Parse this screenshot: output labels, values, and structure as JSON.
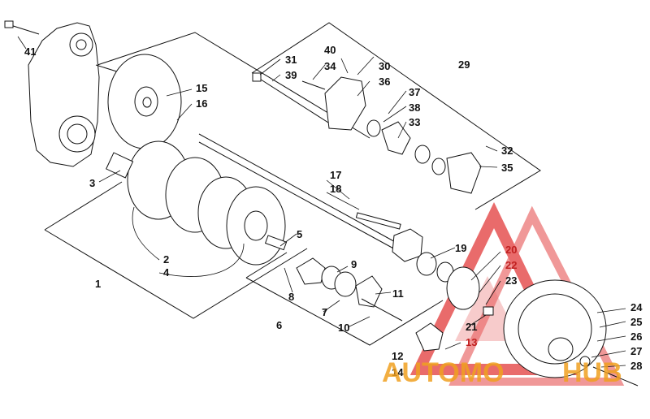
{
  "callouts": [
    {
      "n": "1"
    },
    {
      "n": "2"
    },
    {
      "n": "3"
    },
    {
      "n": "4"
    },
    {
      "n": "5"
    },
    {
      "n": "6"
    },
    {
      "n": "7"
    },
    {
      "n": "8"
    },
    {
      "n": "9"
    },
    {
      "n": "10"
    },
    {
      "n": "11"
    },
    {
      "n": "12"
    },
    {
      "n": "13"
    },
    {
      "n": "14"
    },
    {
      "n": "15"
    },
    {
      "n": "16"
    },
    {
      "n": "17"
    },
    {
      "n": "18"
    },
    {
      "n": "19"
    },
    {
      "n": "20"
    },
    {
      "n": "21"
    },
    {
      "n": "22"
    },
    {
      "n": "23"
    },
    {
      "n": "24"
    },
    {
      "n": "25"
    },
    {
      "n": "26"
    },
    {
      "n": "27"
    },
    {
      "n": "28"
    },
    {
      "n": "29"
    },
    {
      "n": "30"
    },
    {
      "n": "31"
    },
    {
      "n": "32"
    },
    {
      "n": "33"
    },
    {
      "n": "34"
    },
    {
      "n": "35"
    },
    {
      "n": "36"
    },
    {
      "n": "37"
    },
    {
      "n": "38"
    },
    {
      "n": "39"
    },
    {
      "n": "40"
    },
    {
      "n": "41"
    }
  ],
  "watermark": {
    "text_left": "AUTOMO",
    "text_right": "HUB",
    "color_red": "#e23a3a",
    "color_orange": "#f0a020"
  }
}
